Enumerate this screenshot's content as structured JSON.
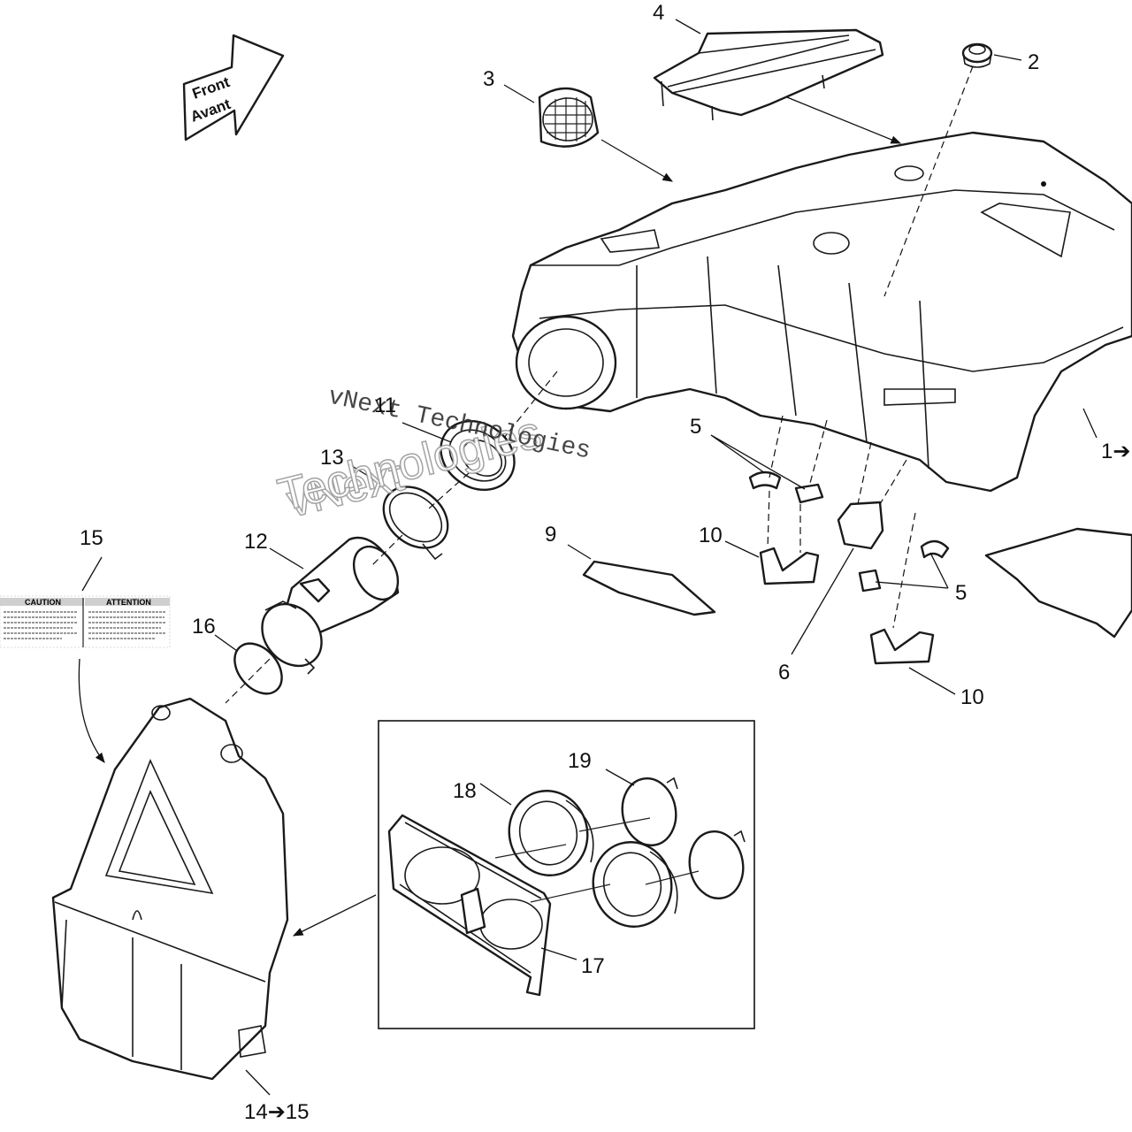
{
  "front_arrow": {
    "line1": "Front",
    "line2": "Avant"
  },
  "watermark": {
    "line1": "vNext Technologies",
    "line2a": "vNext",
    "line2b": "Technologies"
  },
  "caution_label": {
    "caution": "CAUTION",
    "attention": "ATTENTION"
  },
  "callouts": {
    "c1": "1➔",
    "c2": "2",
    "c3": "3",
    "c4": "4",
    "c5a": "5",
    "c5b": "5",
    "c6": "6",
    "c9": "9",
    "c10a": "10",
    "c10b": "10",
    "c11": "11",
    "c12": "12",
    "c13": "13",
    "c14": "14➔15",
    "c15": "15",
    "c16": "16",
    "c17": "17",
    "c18": "18",
    "c19": "19"
  }
}
